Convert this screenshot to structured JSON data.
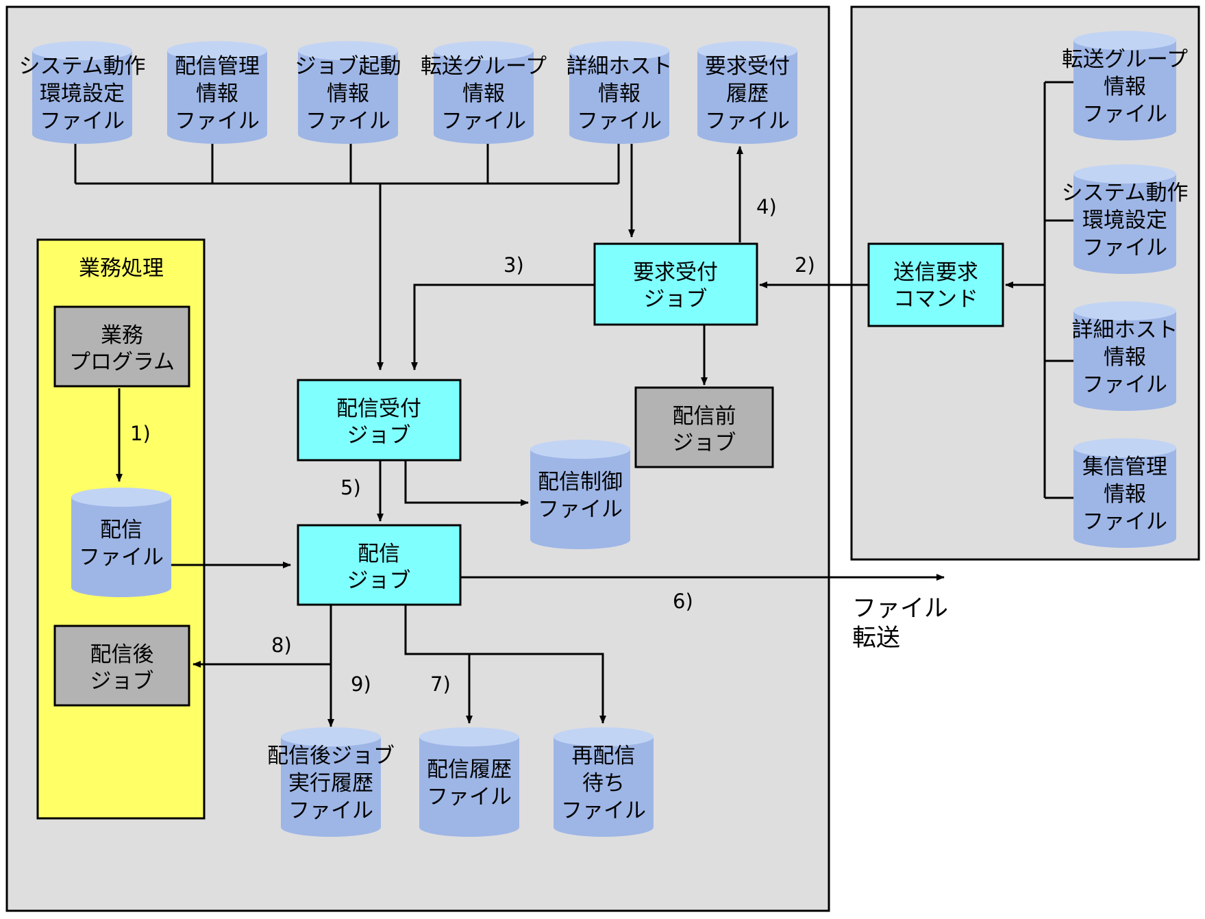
{
  "colors": {
    "panel": "#dedede",
    "job_box": "#80ffff",
    "gray_box": "#b3b3b3",
    "business_area": "#ffff66",
    "cylinder_body": "#9eb6e6",
    "cylinder_top": "#c2d4f4",
    "line": "#000000"
  },
  "business": {
    "title": "業務処理",
    "program": [
      "業務",
      "プログラム"
    ],
    "post_job": [
      "配信後",
      "ジョブ"
    ]
  },
  "jobs": {
    "request": [
      "要求受付",
      "ジョブ"
    ],
    "delivery_reception": [
      "配信受付",
      "ジョブ"
    ],
    "delivery": [
      "配信",
      "ジョブ"
    ],
    "pre_delivery": [
      "配信前",
      "ジョブ"
    ],
    "send_command": [
      "送信要求",
      "コマンド"
    ]
  },
  "files": {
    "system_env": [
      "システム動作",
      "環境設定",
      "ファイル"
    ],
    "delivery_mgmt": [
      "配信管理",
      "情報",
      "ファイル"
    ],
    "job_start": [
      "ジョブ起動",
      "情報",
      "ファイル"
    ],
    "transfer_group": [
      "転送グループ",
      "情報",
      "ファイル"
    ],
    "detail_host": [
      "詳細ホスト",
      "情報",
      "ファイル"
    ],
    "request_history": [
      "要求受付",
      "履歴",
      "ファイル"
    ],
    "delivery_file": [
      "配信",
      "ファイル"
    ],
    "delivery_control": [
      "配信制御",
      "ファイル"
    ],
    "post_job_history": [
      "配信後ジョブ",
      "実行履歴",
      "ファイル"
    ],
    "delivery_history": [
      "配信履歴",
      "ファイル"
    ],
    "redelivery_wait": [
      "再配信",
      "待ち",
      "ファイル"
    ]
  },
  "right_files": {
    "transfer_group": [
      "転送グループ",
      "情報",
      "ファイル"
    ],
    "system_env": [
      "システム動作",
      "環境設定",
      "ファイル"
    ],
    "detail_host": [
      "詳細ホスト",
      "情報",
      "ファイル"
    ],
    "collection_mgmt": [
      "集信管理",
      "情報",
      "ファイル"
    ]
  },
  "steps": [
    "1)",
    "2)",
    "3)",
    "4)",
    "5)",
    "6)",
    "7)",
    "8)",
    "9)"
  ],
  "transfer_label": [
    "ファイル",
    "転送"
  ]
}
